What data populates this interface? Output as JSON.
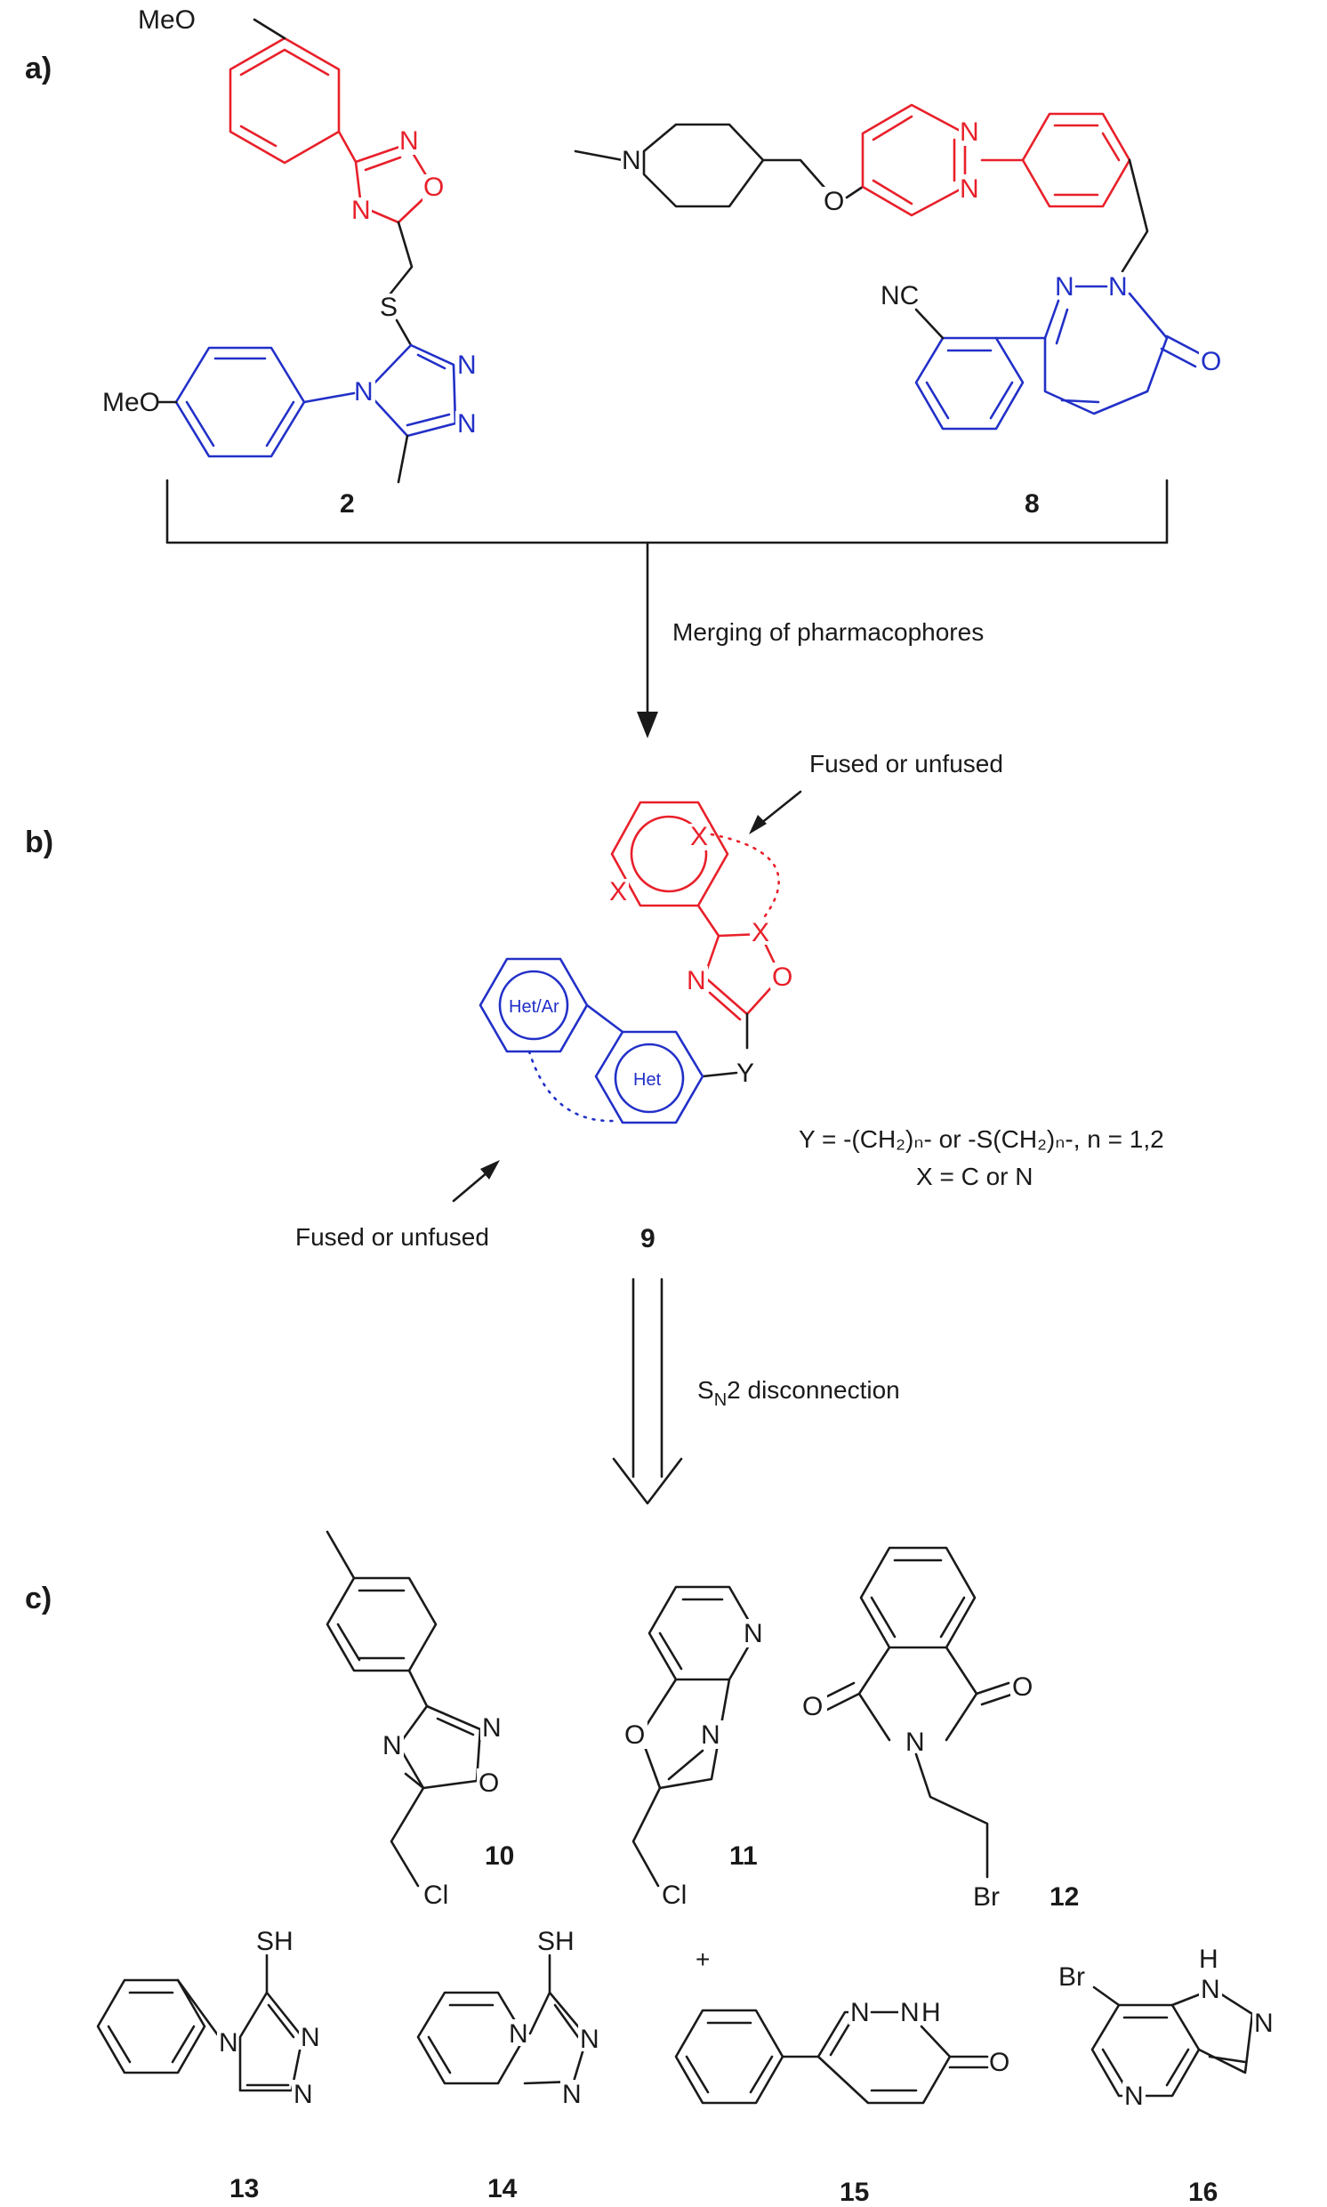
{
  "sections": {
    "a": "a)",
    "b": "b)",
    "c": "c)"
  },
  "compounds": {
    "c2": "2",
    "c8": "8",
    "c9": "9",
    "c10": "10",
    "c11": "11",
    "c12": "12",
    "c13": "13",
    "c14": "14",
    "c15": "15",
    "c16": "16"
  },
  "arrows": {
    "merge_label": "Merging of pharmacophores",
    "sn2_prefix": "S",
    "sn2_sub": "N",
    "sn2_rest": "2 disconnection"
  },
  "annotations": {
    "fused_top": "Fused or unfused",
    "fused_bottom": "Fused or unfused",
    "y_def": "Y = -(CH₂)ₙ- or -S(CH₂)ₙ-, n = 1,2",
    "x_def": "X = C or N"
  },
  "plus": "+",
  "atoms": {
    "meo": "MeO",
    "n": "N",
    "o": "O",
    "s": "S",
    "nc": "NC",
    "x": "X",
    "y": "Y",
    "cl": "Cl",
    "br": "Br",
    "sh": "SH",
    "h": "H",
    "het_ar": "Het/Ar",
    "het": "Het"
  },
  "colors": {
    "scaffold_a": "#e8202a",
    "scaffold_b": "#2230c8",
    "text": "#1a1a1a"
  }
}
